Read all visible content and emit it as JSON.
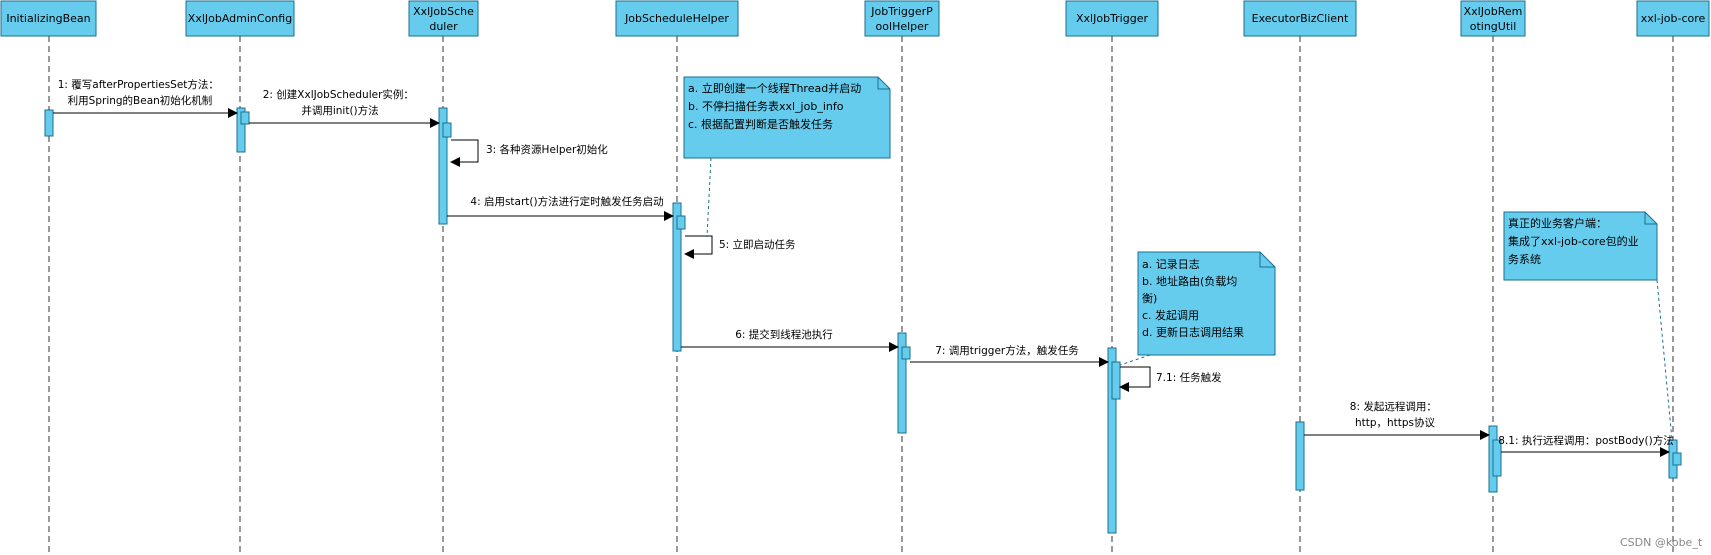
{
  "colors": {
    "box_fill": "#66ccee",
    "box_stroke": "#1a6f8f",
    "note_fill": "#66ccee",
    "line": "#000000",
    "lifeline": "#333333"
  },
  "participants": [
    {
      "id": "p1",
      "name": [
        "InitializingBean"
      ]
    },
    {
      "id": "p2",
      "name": [
        "XxlJobAdminConfig"
      ]
    },
    {
      "id": "p3",
      "name": [
        "XxlJobSche",
        "duler"
      ]
    },
    {
      "id": "p4",
      "name": [
        "JobScheduleHelper"
      ]
    },
    {
      "id": "p5",
      "name": [
        "JobTriggerP",
        "oolHelper"
      ]
    },
    {
      "id": "p6",
      "name": [
        "XxlJobTrigger"
      ]
    },
    {
      "id": "p7",
      "name": [
        "ExecutorBizClient"
      ]
    },
    {
      "id": "p8",
      "name": [
        "XxlJobRem",
        "otingUtil"
      ]
    },
    {
      "id": "p9",
      "name": [
        "xxl-job-core"
      ]
    }
  ],
  "messages": [
    {
      "id": "m1",
      "label": [
        "1: 覆写afterPropertiesSet方法：",
        "利用Spring的Bean初始化机制"
      ]
    },
    {
      "id": "m2",
      "label": [
        "2: 创建XxlJobScheduler实例：",
        "并调用init()方法"
      ]
    },
    {
      "id": "m3",
      "label": [
        "3: 各种资源Helper初始化"
      ]
    },
    {
      "id": "m4",
      "label": [
        "4: 启用start()方法进行定时触发任务启动"
      ]
    },
    {
      "id": "m5",
      "label": [
        "5: 立即启动任务"
      ]
    },
    {
      "id": "m6",
      "label": [
        "6: 提交到线程池执行"
      ]
    },
    {
      "id": "m7",
      "label": [
        "7: 调用trigger方法，触发任务"
      ]
    },
    {
      "id": "m71",
      "label": [
        "7.1: 任务触发"
      ]
    },
    {
      "id": "m8",
      "label": [
        "8: 发起远程调用：",
        "http，https协议"
      ]
    },
    {
      "id": "m81",
      "label": [
        "8.1: 执行远程调用：postBody()方法"
      ]
    }
  ],
  "notes": [
    {
      "id": "n1",
      "lines": [
        "a. 立即创建一个线程Thread并启动",
        "b. 不停扫描任务表xxl_job_info",
        "c. 根据配置判断是否触发任务"
      ]
    },
    {
      "id": "n2",
      "lines": [
        "a. 记录日志",
        "b. 地址路由(负载均",
        "衡)",
        "c. 发起调用",
        "d. 更新日志调用结果"
      ]
    },
    {
      "id": "n3",
      "lines": [
        "真正的业务客户端：",
        "集成了xxl-job-core包的业",
        "务系统"
      ]
    }
  ],
  "watermark": "CSDN @kobe_t"
}
